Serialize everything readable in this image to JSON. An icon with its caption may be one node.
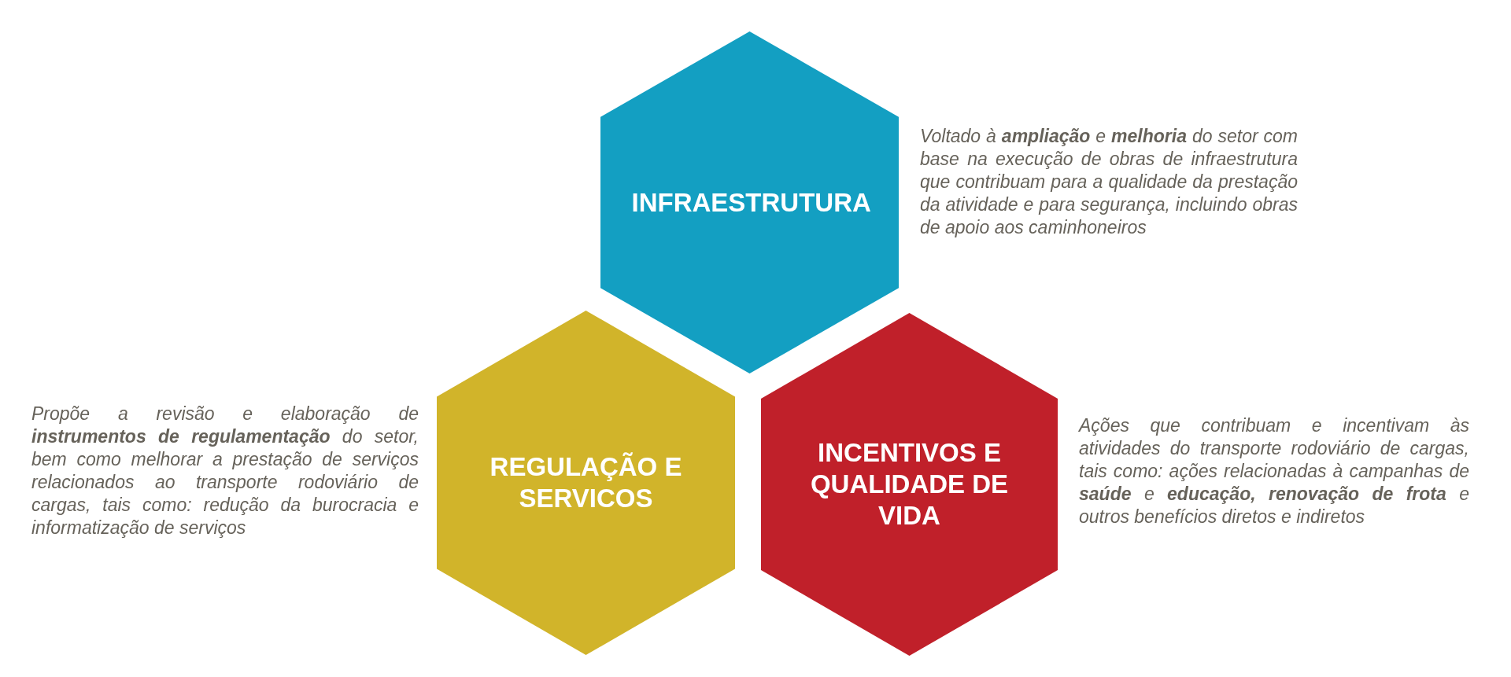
{
  "diagram": {
    "nodes": [
      {
        "text": [
          "INFRAESTRUTURA"
        ],
        "beside": [
          "Voltado à **ampliação** e **melhoria** do setor com base na execução de obras de infraestrutura que contribuam para a qualidade da prestação da atividade e para segurança, incluindo obras de apoio aos caminhoneiros"
        ]
      },
      {
        "text": [
          "REGULAÇÃO E SERVICOS"
        ],
        "beside": [
          "Propõe a revisão e elaboração de **instrumentos de regulamentação** do setor, bem como melhorar a prestação de serviços relacionados ao transporte rodoviário de cargas, tais como: redução da burocracia e informatização de serviços"
        ]
      },
      {
        "text": [
          "INCENTIVOS E QUALIDADE DE VIDA"
        ],
        "beside": [
          "Ações que contribuam e incentivam às atividades do transporte rodoviário de cargas, tais como: ações relacionadas à campanhas de **saúde** e **educação, renovação de frota** e outros benefícios diretos e indiretos"
        ]
      }
    ]
  }
}
